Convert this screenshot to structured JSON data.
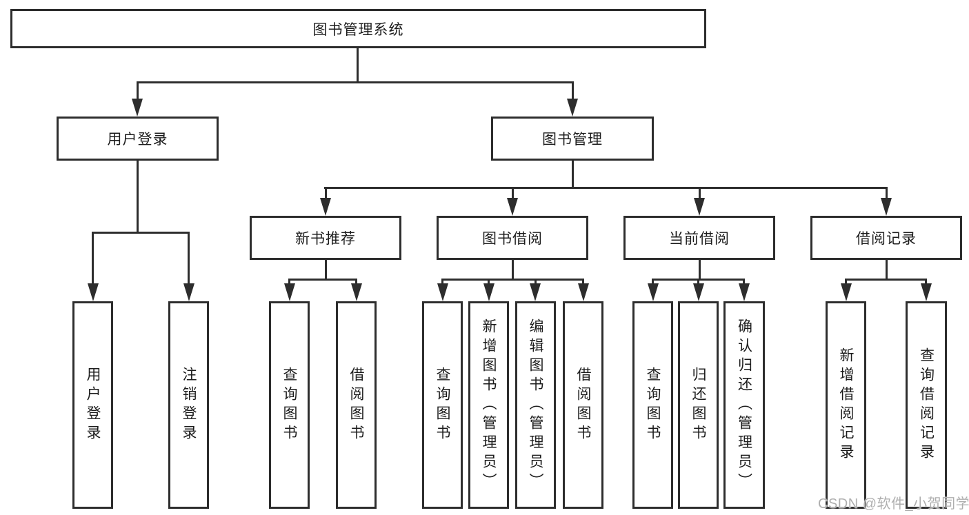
{
  "diagram": {
    "background": "#ffffff",
    "line_color": "#2d2d2d",
    "box_border_color": "#2d2d2d",
    "text_color": "#1c1c1c",
    "watermark_color": "#aeaeae",
    "watermark": "CSDN @软件_小贺同学",
    "root": {
      "label": "图书管理系统"
    },
    "level2": [
      {
        "id": "user-login",
        "label": "用户登录"
      },
      {
        "id": "book-management",
        "label": "图书管理"
      }
    ],
    "level3": [
      {
        "id": "new-book-recommend",
        "label": "新书推荐"
      },
      {
        "id": "book-borrowing",
        "label": "图书借阅"
      },
      {
        "id": "current-borrowing",
        "label": "当前借阅"
      },
      {
        "id": "borrowing-records",
        "label": "借阅记录"
      }
    ],
    "leaves": {
      "user_login": [
        "用户登录",
        "注销登录"
      ],
      "new_book_recommend": [
        "查询图书",
        "借阅图书"
      ],
      "book_borrowing": [
        "查询图书",
        "新增图书（管理员）",
        "编辑图书（管理员）",
        "借阅图书"
      ],
      "current_borrowing": [
        "查询图书",
        "归还图书",
        "确认归还（管理员）"
      ],
      "borrowing_records": [
        "新增借阅记录",
        "查询借阅记录"
      ]
    }
  }
}
